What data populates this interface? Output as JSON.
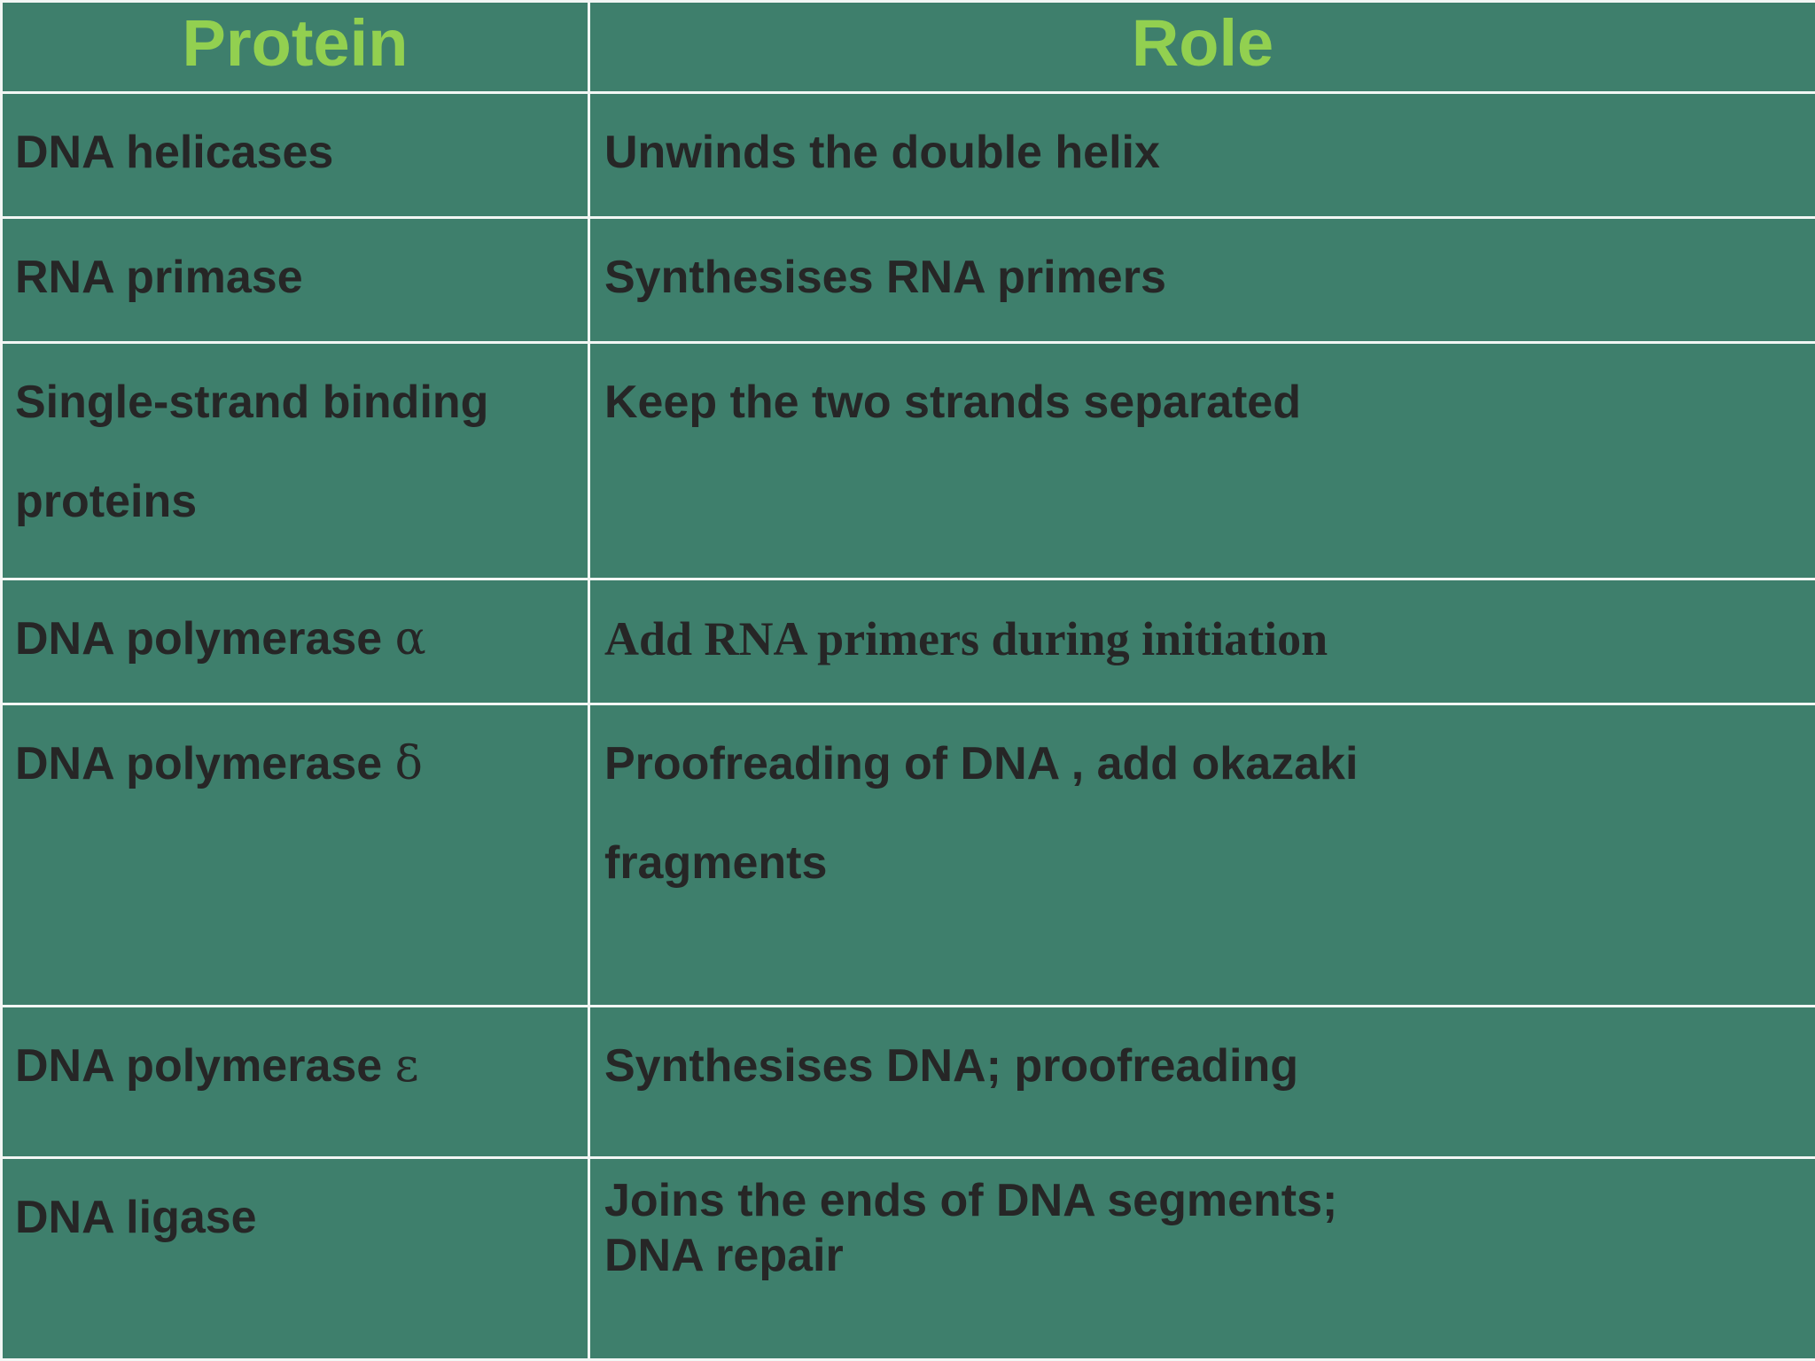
{
  "table": {
    "headers": [
      "Protein",
      "Role"
    ],
    "header_text_color": "#92d050",
    "cell_background": "#3e7f6c",
    "grid_line_color": "#f2f6f4",
    "body_text_color": "#262626",
    "rows": [
      {
        "protein": "DNA helicases",
        "protein_symbol": "",
        "role": "Unwinds the double helix",
        "role_style": "sans"
      },
      {
        "protein": "RNA primase",
        "protein_symbol": "",
        "role": "Synthesises RNA primers",
        "role_style": "sans"
      },
      {
        "protein": "Single-strand binding\nproteins",
        "protein_symbol": "",
        "role": "Keep the two strands separated",
        "role_style": "sans"
      },
      {
        "protein": "DNA polymerase ",
        "protein_symbol": "α",
        "role": "Add RNA primers during initiation",
        "role_style": "serif"
      },
      {
        "protein": "DNA polymerase ",
        "protein_symbol": "δ",
        "role": "Proofreading of DNA , add okazaki\nfragments",
        "role_style": "sans"
      },
      {
        "protein": "DNA polymerase ",
        "protein_symbol": "ε",
        "role": "Synthesises DNA; proofreading",
        "role_style": "sans"
      },
      {
        "protein": "DNA ligase",
        "protein_symbol": "",
        "role": "Joins the ends of DNA segments;\nDNA repair",
        "role_style": "sans-tight"
      }
    ]
  }
}
